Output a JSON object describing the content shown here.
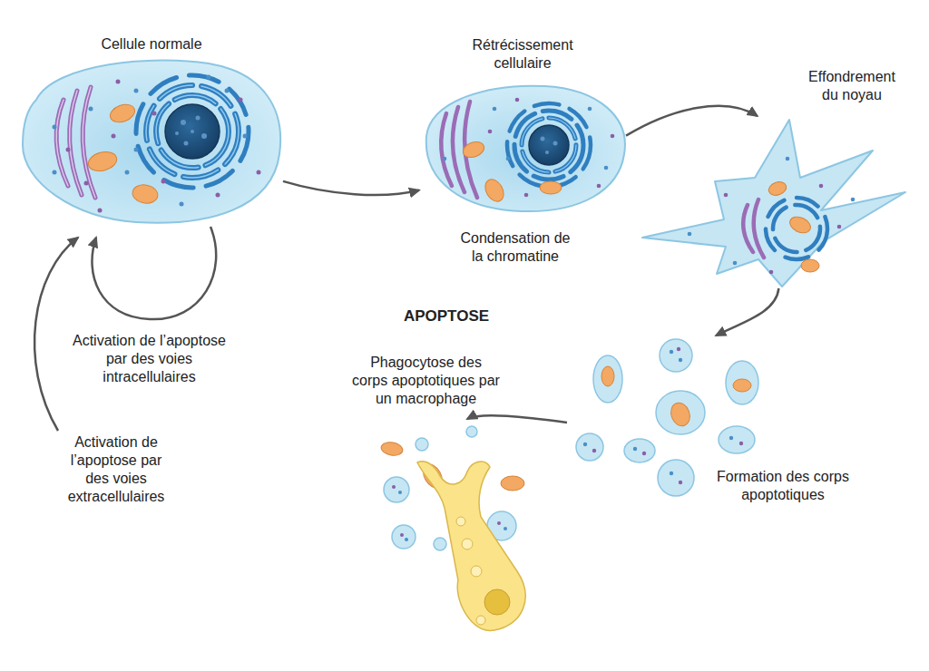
{
  "diagram": {
    "title": "APOPTOSE",
    "nodes": [
      {
        "text": [
          "Cellule normale"
        ]
      },
      {
        "text": [
          "Rétrécissement cellulaire",
          "Condensation de la chromatine"
        ]
      },
      {
        "text": [
          "Effondrement du noyau"
        ]
      },
      {
        "text": [
          "Formation des corps apoptotiques"
        ]
      },
      {
        "text": [
          "Phagocytose des corps apoptotiques par un macrophage"
        ]
      }
    ],
    "edges": [
      {
        "from": 0,
        "to": 1,
        "arrow": "to"
      },
      {
        "from": 1,
        "to": 2,
        "arrow": "to"
      },
      {
        "from": 2,
        "to": 3,
        "arrow": "to"
      },
      {
        "from": 3,
        "to": 4,
        "arrow": "to"
      }
    ],
    "labels": [
      "Activation de l’apoptose par des voies intracellulaires",
      "Activation de l’apoptose par des voies extracellulaires"
    ]
  }
}
